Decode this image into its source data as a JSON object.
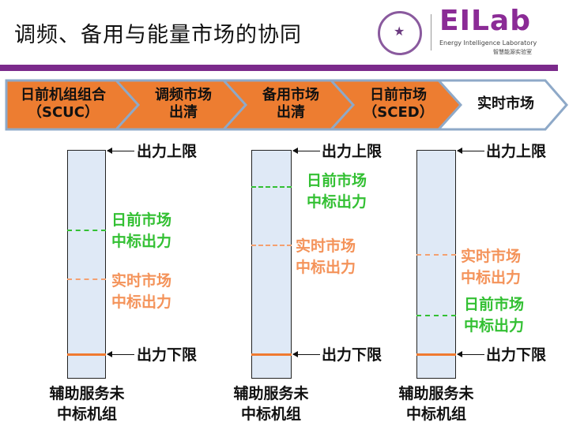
{
  "title": "调频、备用与能量市场的协同",
  "logo": {
    "brand": "EILab",
    "english": "Energy Intelligence Laboratory",
    "chinese": "智慧能源实验室"
  },
  "process_steps": [
    {
      "label": "日前机组组合\n（SCUC）",
      "highlighted": true
    },
    {
      "label": "调频市场\n出清",
      "highlighted": true
    },
    {
      "label": "备用市场\n出清",
      "highlighted": true
    },
    {
      "label": "日前市场\n（SCED）",
      "highlighted": true
    },
    {
      "label": "实时市场",
      "highlighted": false
    }
  ],
  "colors": {
    "step_fill": "#ed7d31",
    "step_border": "#8ea9c8",
    "green": "#33c033",
    "orange": "#f4935a",
    "bar_fill": "#dfe9f6",
    "accent": "#7b2a8b"
  },
  "units": [
    {
      "upper": "出力上限",
      "lower": "出力下限",
      "label_a": "日前市场\n中标出力",
      "label_b": "实时市场\n中标出力",
      "caption": "辅助服务未\n中标机组"
    },
    {
      "upper": "出力上限",
      "lower": "出力下限",
      "label_a": "日前市场\n中标出力",
      "label_b": "实时市场\n中标出力",
      "caption": "辅助服务未\n中标机组"
    },
    {
      "upper": "出力上限",
      "lower": "出力下限",
      "label_a": "实时市场\n中标出力",
      "label_b": "日前市场\n中标出力",
      "caption": "辅助服务未\n中标机组"
    }
  ]
}
